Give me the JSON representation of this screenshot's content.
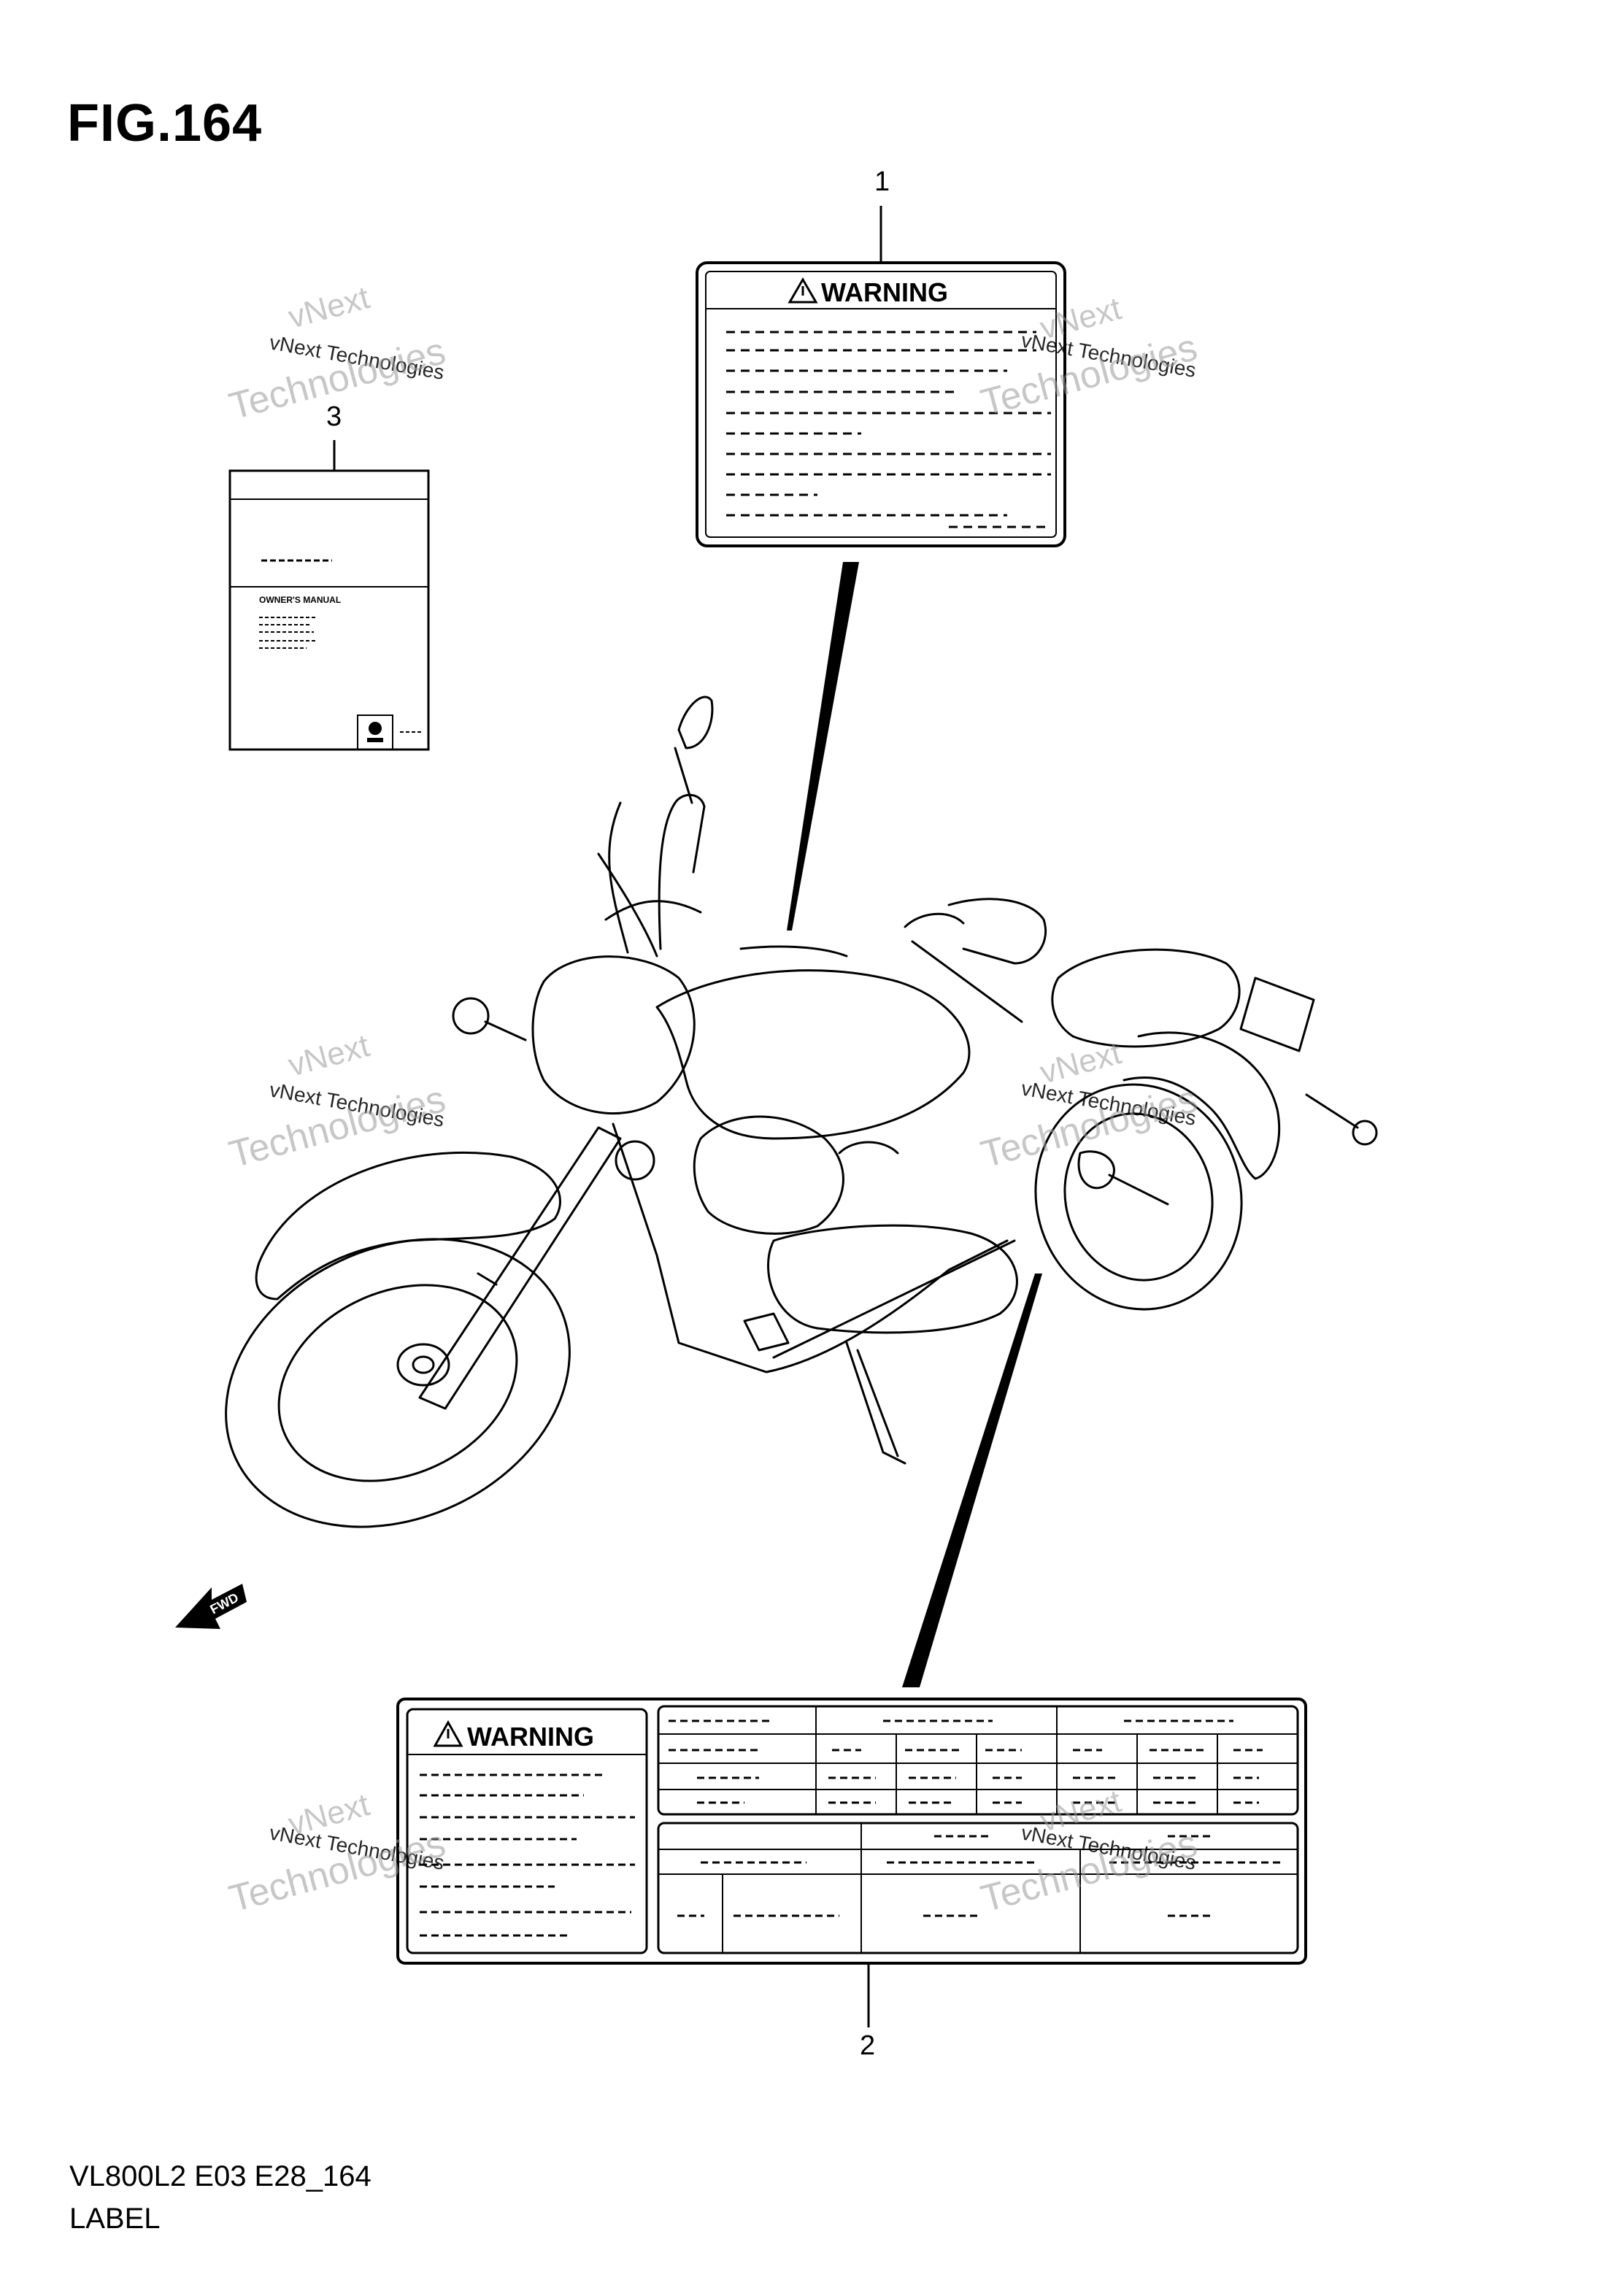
{
  "figure": {
    "title": "FIG.164",
    "model_code": "VL800L2 E03 E28_164",
    "caption": "LABEL"
  },
  "callouts": [
    {
      "number": "1",
      "part": "warning-label-1"
    },
    {
      "number": "2",
      "part": "warning-label-2"
    },
    {
      "number": "3",
      "part": "owners-manual"
    }
  ],
  "label_1": {
    "heading": "WARNING"
  },
  "label_2": {
    "heading": "WARNING"
  },
  "manual": {
    "title_text": "OWNER'S MANUAL"
  },
  "fwd_arrow": {
    "text": "FWD"
  },
  "watermark": {
    "line_1": "vNext",
    "line_2": "vNext Technologies",
    "line_3": "Technologies"
  }
}
